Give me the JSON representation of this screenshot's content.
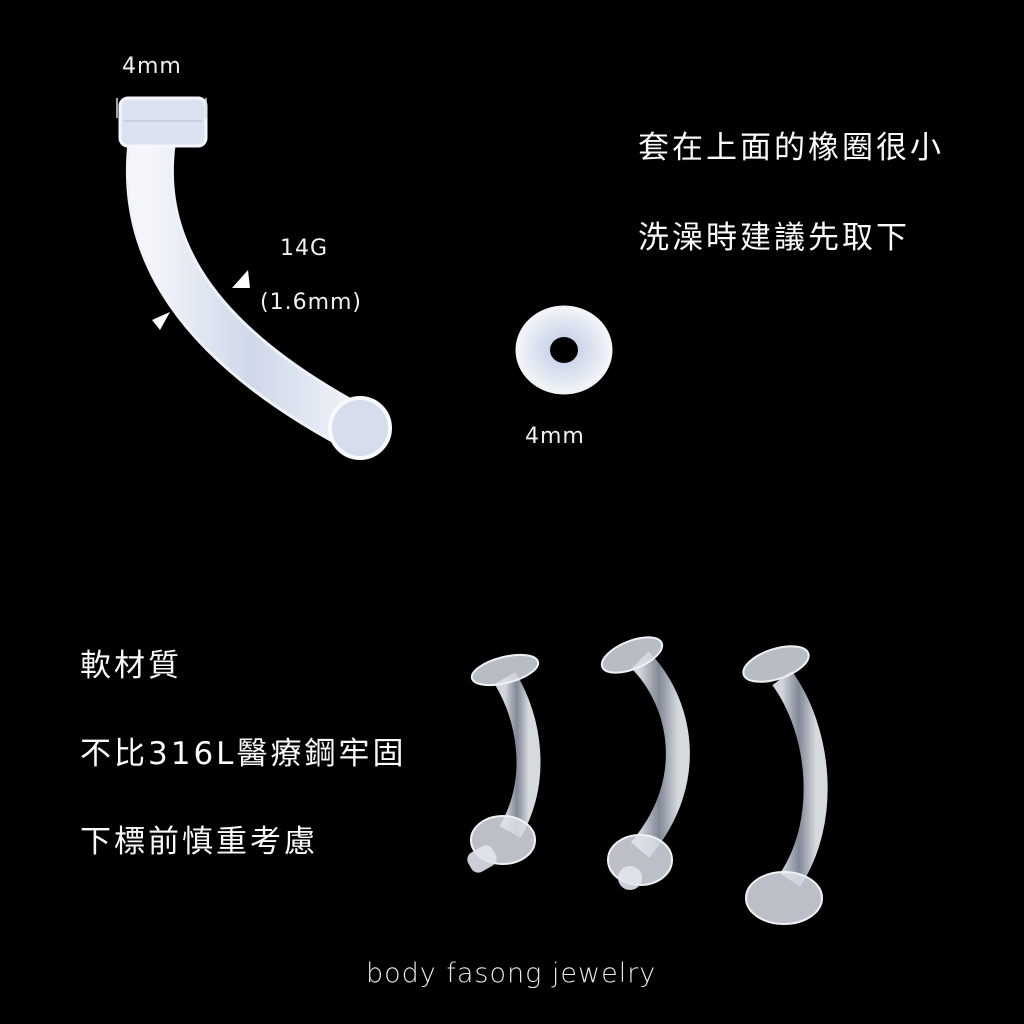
{
  "main_product": {
    "top_ball_label": "4mm",
    "gauge_label": "14G",
    "gauge_mm_label": "(1.6mm)"
  },
  "o_ring": {
    "size_label": "4mm"
  },
  "notes_right": {
    "line1": "套在上面的橡圈很小",
    "line2": "洗澡時建議先取下"
  },
  "notes_left": {
    "line1": "軟材質",
    "line2": "不比316L醫療鋼牢固",
    "line3": "下標前慎重考慮"
  },
  "brand": {
    "text": "body fasong  jewelry"
  },
  "colors": {
    "background": "#000000",
    "text": "#f2f2f2",
    "plastic_fill": "#dfe6f2",
    "plastic_edge": "#f6f8fc"
  }
}
